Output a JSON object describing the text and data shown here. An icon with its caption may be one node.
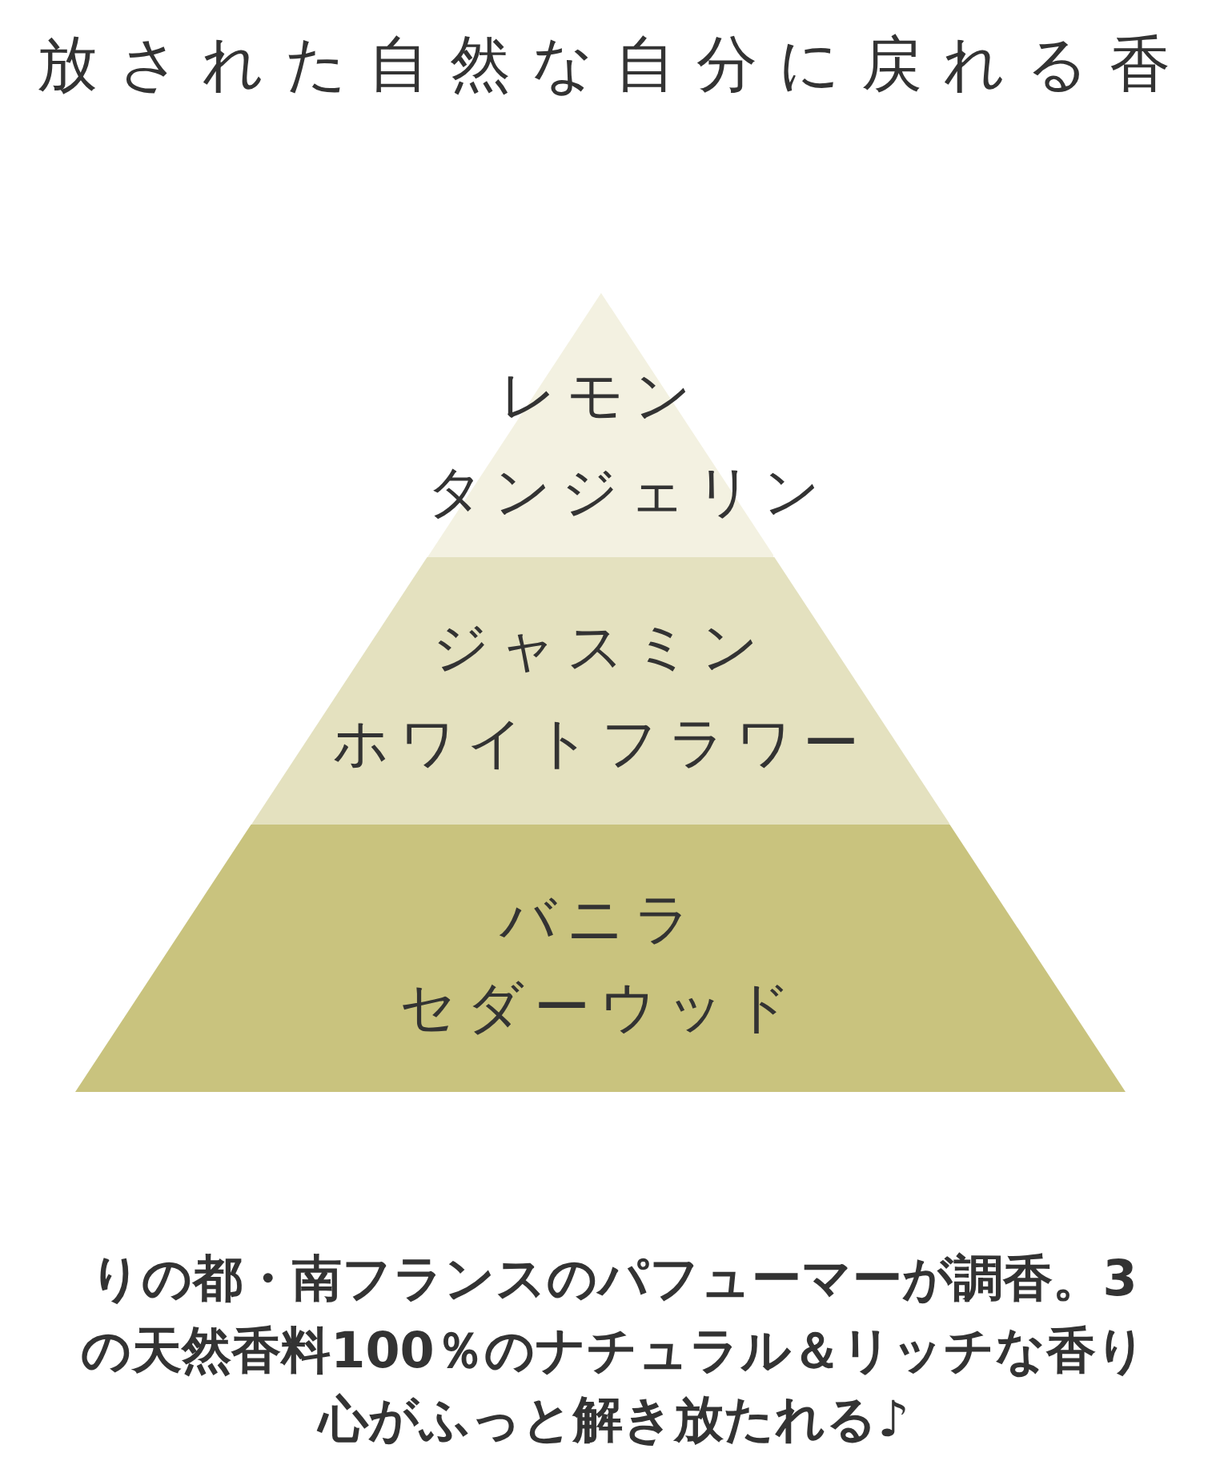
{
  "diagram": {
    "title": "放された自然な自分に戻れる香",
    "nodes": [
      {
        "text": [
          "レモン",
          "タンジェリン"
        ]
      },
      {
        "text": [
          "ジャスミン",
          "ホワイトフラワー"
        ]
      },
      {
        "text": [
          "バニラ",
          "セダーウッド"
        ]
      }
    ],
    "labels": [
      "りの都・南フランスのパフューマーが調香。3",
      "の天然香料100％のナチュラル＆リッチな香り",
      "心がふっと解き放たれる♪"
    ]
  }
}
